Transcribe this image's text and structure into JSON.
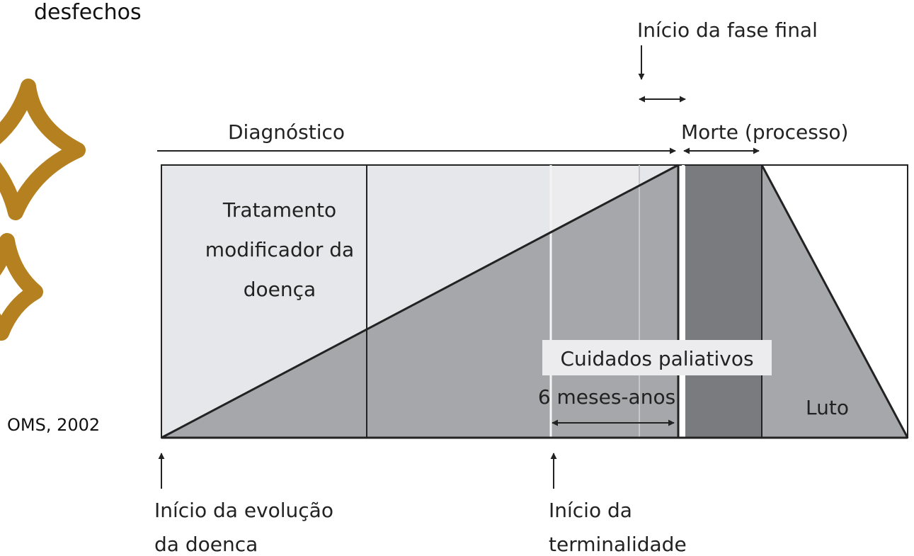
{
  "title": "desfechos",
  "source": "OMS, 2002",
  "colors": {
    "accent_star": "#b5801f",
    "light_fill": "#e6e7ea",
    "mid_fill": "#a6a7ab",
    "dark_fill": "#7a7b7f",
    "line": "#222222"
  },
  "diagram": {
    "top_labels": {
      "diagnostico": "Diagnóstico",
      "inicio_fase_final": "Início da fase final",
      "morte": "Morte (processo)"
    },
    "tratamento": [
      "Tratamento",
      "modificador da",
      "doença"
    ],
    "cuidados": "Cuidados paliativos",
    "meses": "6 meses-anos",
    "luto": "Luto",
    "bottom_labels": {
      "evolucao": [
        "Início da evolução",
        "da doenca"
      ],
      "terminalidade": [
        "Início da",
        "terminalidade"
      ]
    }
  }
}
